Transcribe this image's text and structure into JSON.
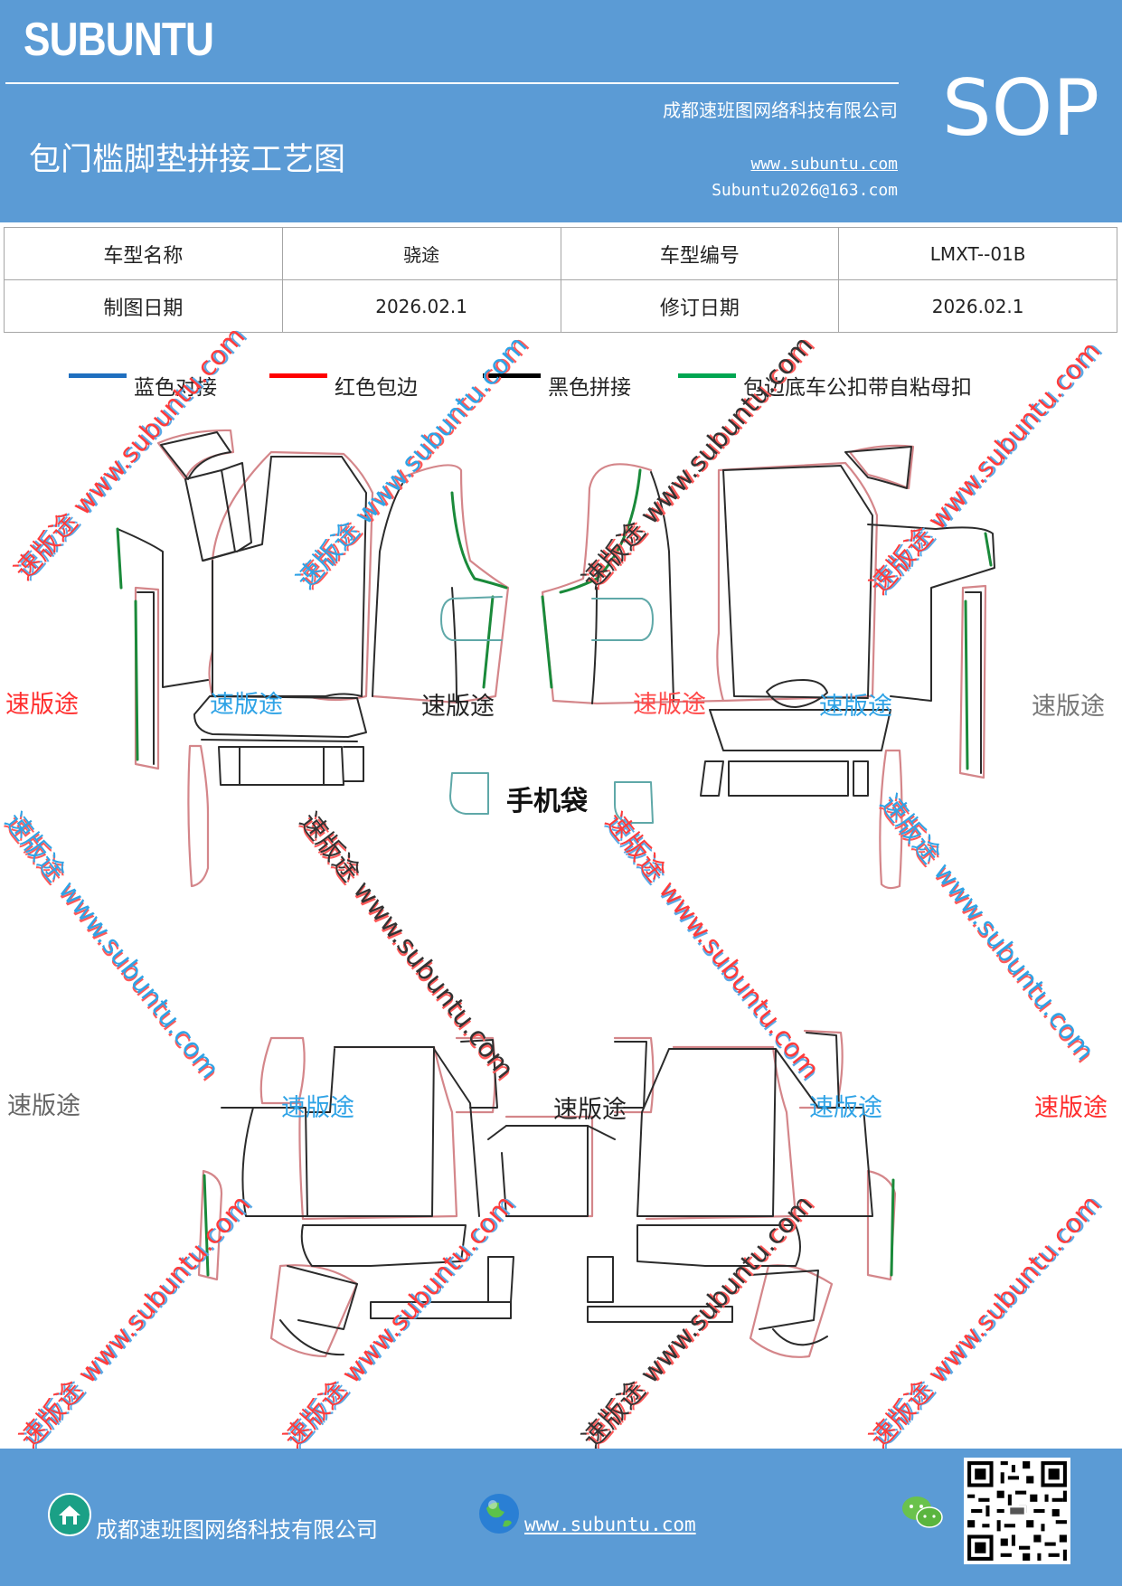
{
  "header": {
    "brand": "SUBUNTU",
    "company": "成都速班图网络科技有限公司",
    "title": "包门槛脚垫拼接工艺图",
    "website": "www.subuntu.com",
    "email": "Subuntu2026@163.com",
    "badge": "SOP"
  },
  "info_table": {
    "model_name_label": "车型名称",
    "model_name_value": "骁途",
    "model_code_label": "车型编号",
    "model_code_value": "LMXT--01B",
    "drawing_date_label": "制图日期",
    "drawing_date_value": "2026.02.1",
    "revision_date_label": "修订日期",
    "revision_date_value": "2026.02.1"
  },
  "legend": [
    {
      "label": "蓝色对接",
      "color": "#1f6fbf"
    },
    {
      "label": "红色包边",
      "color": "#ff0000"
    },
    {
      "label": "黑色拼接",
      "color": "#000000"
    },
    {
      "label": "包边底车公扣带自粘母扣",
      "color": "#00a651"
    }
  ],
  "diagram": {
    "phone_bag_label": "手机袋",
    "outline_color": "#2b2b2b",
    "edge_color": "#d4868a",
    "velcro_color": "#1a8a3a",
    "dock_color": "#5fa8a8"
  },
  "watermarks": {
    "brand_cn": "速版途",
    "site": "www.subuntu.com",
    "diagonal": "速版途 www.subuntu.com"
  },
  "footer": {
    "company": "成都速班图网络科技有限公司",
    "website": "www.subuntu.com"
  }
}
